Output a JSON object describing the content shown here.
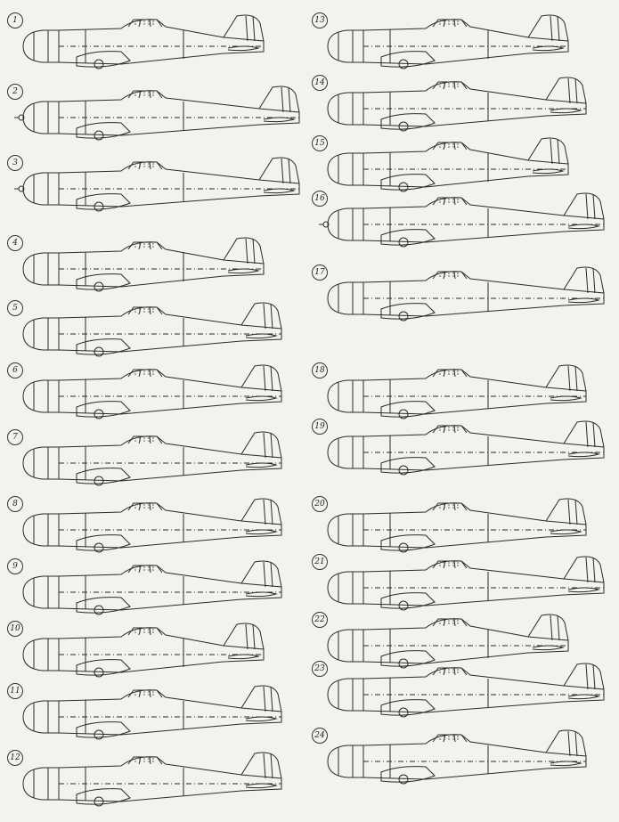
{
  "sheet": {
    "ink_color": "#2a2a2a",
    "paper_color": "#f4f2ed",
    "hatch_color": "#555555"
  },
  "profiles": [
    {
      "num": "1",
      "variant": "short"
    },
    {
      "num": "2",
      "variant": "long-spinner"
    },
    {
      "num": "3",
      "variant": "long-spinner"
    },
    {
      "num": "4",
      "variant": "short"
    },
    {
      "num": "5",
      "variant": "medium"
    },
    {
      "num": "6",
      "variant": "medium"
    },
    {
      "num": "7",
      "variant": "medium"
    },
    {
      "num": "8",
      "variant": "medium"
    },
    {
      "num": "9",
      "variant": "medium"
    },
    {
      "num": "10",
      "variant": "short"
    },
    {
      "num": "11",
      "variant": "medium"
    },
    {
      "num": "12",
      "variant": "medium"
    },
    {
      "num": "13",
      "variant": "short"
    },
    {
      "num": "14",
      "variant": "medium"
    },
    {
      "num": "15",
      "variant": "short"
    },
    {
      "num": "16",
      "variant": "long-spinner"
    },
    {
      "num": "17",
      "variant": "long"
    },
    {
      "num": "18",
      "variant": "medium"
    },
    {
      "num": "19",
      "variant": "long"
    },
    {
      "num": "20",
      "variant": "medium"
    },
    {
      "num": "21",
      "variant": "long"
    },
    {
      "num": "22",
      "variant": "short"
    },
    {
      "num": "23",
      "variant": "long"
    },
    {
      "num": "24",
      "variant": "medium"
    }
  ]
}
